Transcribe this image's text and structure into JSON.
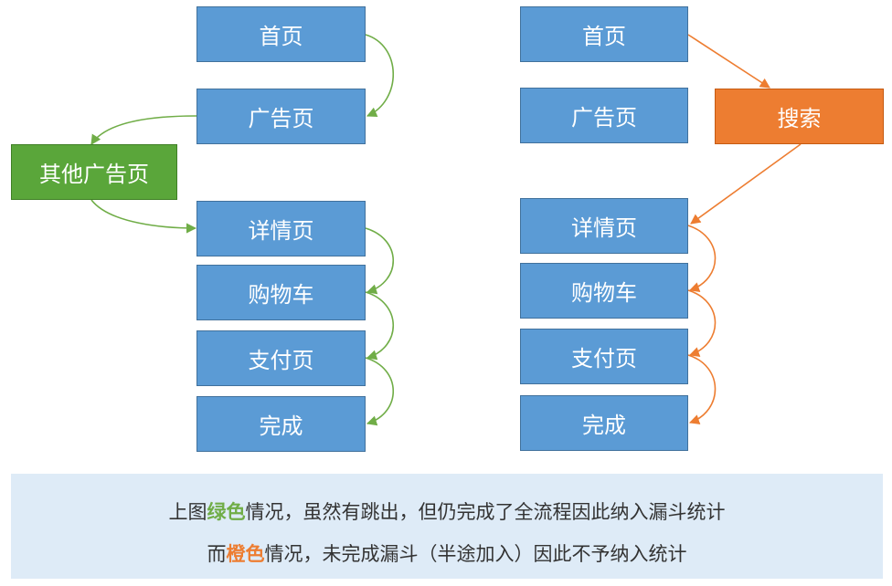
{
  "left_flow": {
    "home": "首页",
    "ad_page": "广告页",
    "other_ad_page": "其他广告页",
    "detail": "详情页",
    "cart": "购物车",
    "pay": "支付页",
    "done": "完成"
  },
  "right_flow": {
    "home": "首页",
    "ad_page": "广告页",
    "search": "搜索",
    "detail": "详情页",
    "cart": "购物车",
    "pay": "支付页",
    "done": "完成"
  },
  "caption": {
    "line1_prefix": "上图",
    "line1_highlight": "绿色",
    "line1_suffix": "情况，虽然有跳出，但仍完成了全流程因此纳入漏斗统计",
    "line2_prefix": "而",
    "line2_highlight": "橙色",
    "line2_suffix": "情况，未完成漏斗（半途加入）因此不予纳入统计"
  },
  "colors": {
    "box_blue": "#5b9bd5",
    "box_green": "#5aa63a",
    "box_orange": "#ed7d31",
    "arrow_green": "#70ad47",
    "arrow_orange": "#ed7d31",
    "caption_bg": "#deebf7"
  }
}
